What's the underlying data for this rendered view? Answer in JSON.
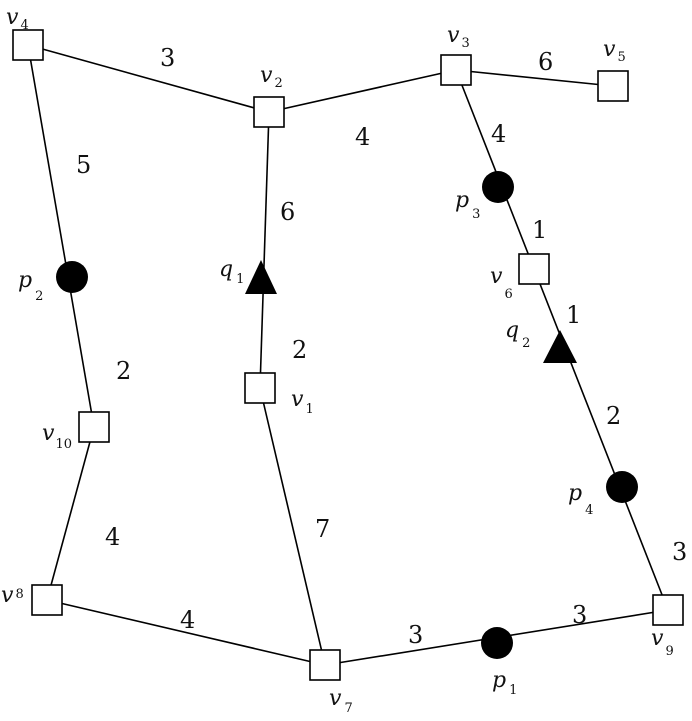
{
  "graph": {
    "vertices": [
      {
        "id": "v4",
        "letter": "v",
        "sub": "4"
      },
      {
        "id": "v2",
        "letter": "v",
        "sub": "2"
      },
      {
        "id": "v3",
        "letter": "v",
        "sub": "3"
      },
      {
        "id": "v5",
        "letter": "v",
        "sub": "5"
      },
      {
        "id": "v6",
        "letter": "v",
        "sub": "6"
      },
      {
        "id": "v1",
        "letter": "v",
        "sub": "1"
      },
      {
        "id": "v10",
        "letter": "v",
        "sub": "10"
      },
      {
        "id": "v8",
        "letter": "v",
        "sub": "8"
      },
      {
        "id": "v7",
        "letter": "v",
        "sub": "7"
      },
      {
        "id": "v9",
        "letter": "v",
        "sub": "9"
      }
    ],
    "p_points": [
      {
        "id": "p1",
        "letter": "p",
        "sub": "1"
      },
      {
        "id": "p2",
        "letter": "p",
        "sub": "2"
      },
      {
        "id": "p3",
        "letter": "p",
        "sub": "3"
      },
      {
        "id": "p4",
        "letter": "p",
        "sub": "4"
      }
    ],
    "q_points": [
      {
        "id": "q1",
        "letter": "q",
        "sub": "1"
      },
      {
        "id": "q2",
        "letter": "q",
        "sub": "2"
      }
    ],
    "edge_weights": [
      {
        "between": "v4-v2",
        "value": "3"
      },
      {
        "between": "v2-v3",
        "value": "4"
      },
      {
        "between": "v3-v5",
        "value": "6"
      },
      {
        "between": "v4-p2",
        "value": "5"
      },
      {
        "between": "p2-v10",
        "value": "2"
      },
      {
        "between": "v2-q1",
        "value": "6"
      },
      {
        "between": "q1-v1",
        "value": "2"
      },
      {
        "between": "v3-p3",
        "value": "4"
      },
      {
        "between": "p3-v6",
        "value": "1"
      },
      {
        "between": "v6-q2",
        "value": "1"
      },
      {
        "between": "q2-p4",
        "value": "2"
      },
      {
        "between": "p4-v9",
        "value": "3"
      },
      {
        "between": "v10-v8",
        "value": "4"
      },
      {
        "between": "v1-v7",
        "value": "7"
      },
      {
        "between": "v8-v7",
        "value": "4"
      },
      {
        "between": "v7-p1",
        "value": "3"
      },
      {
        "between": "p1-v9",
        "value": "3"
      }
    ]
  }
}
